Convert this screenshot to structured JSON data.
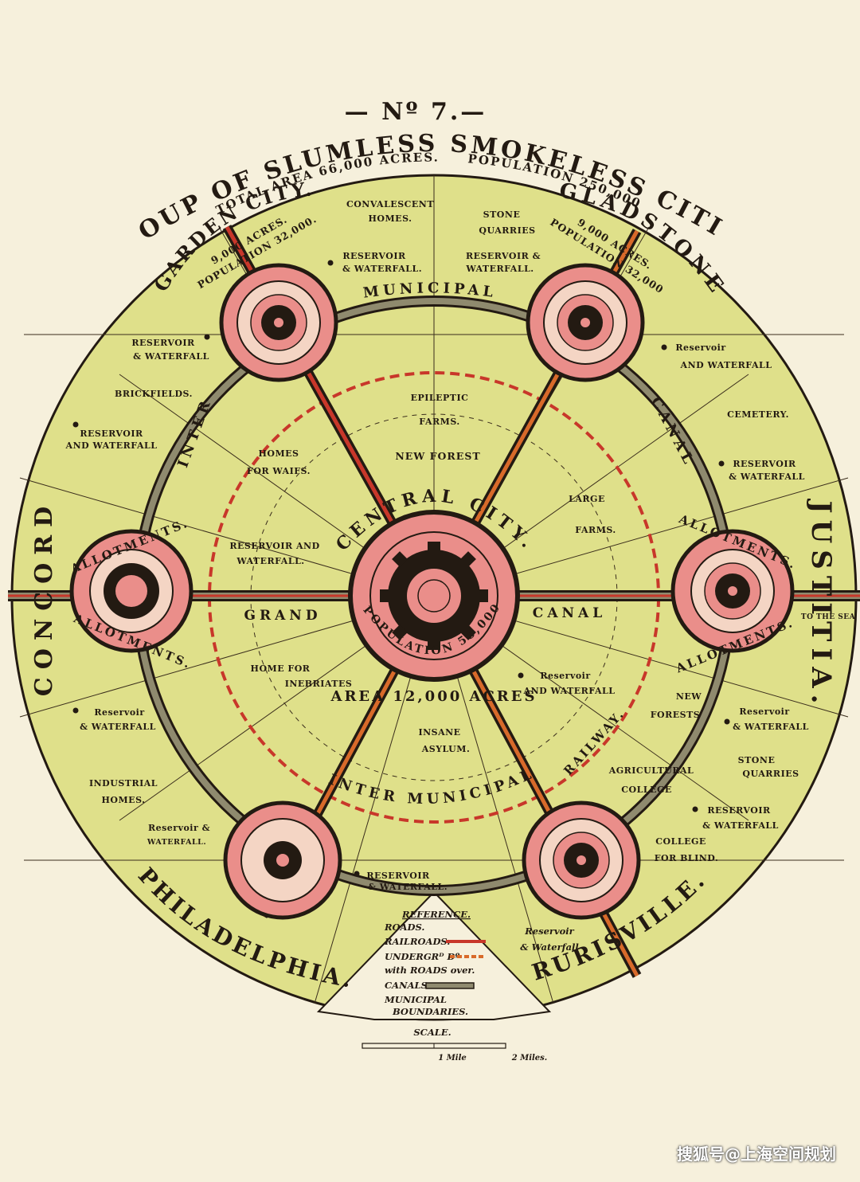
{
  "header": {
    "number": "— Nº 7.—",
    "title": "GROUP OF SLUMLESS SMOKELESS CITIES.",
    "total_area": "TOTAL AREA 66,000 ACRES.",
    "population": "POPULATION 250,000"
  },
  "central_city": {
    "name": "CENTRAL CITY.",
    "population": "POPULATION 58,000",
    "area": "AREA 12,000 ACRES"
  },
  "cities": {
    "garden": {
      "name": "GARDEN CITY.",
      "acres": "9,000 ACRES.",
      "population": "POPULATION 32,000."
    },
    "gladstone": {
      "name": "GLADSTONE",
      "acres": "9,000 ACRES.",
      "population": "POPULATION 32,000"
    },
    "justitia": {
      "name": "JUSTITIA."
    },
    "concord": {
      "name": "CONCORD"
    },
    "philadelphia": {
      "name": "PHILADELPHIA."
    },
    "rurisville": {
      "name": "RURISVILLE."
    }
  },
  "rings": {
    "canal_top": "MUNICIPAL",
    "canal_left": "INTER",
    "canal_right": "CANAL",
    "canal_bottom": "INTER MUNICIPAL",
    "grand": "GRAND",
    "canal_mid": "CANAL",
    "railway": "RAILWAY.",
    "allot_w_top": "ALLOTMENTS.",
    "allot_w_bot": "ALLOTMENTS.",
    "allot_e_top": "ALLOTMENTS.",
    "allot_e_bot": "ALLOTMENTS."
  },
  "labels": {
    "convalescent_1": "CONVALESCENT",
    "convalescent_2": "HOMES.",
    "stone_q1_1": "STONE",
    "stone_q1_2": "QUARRIES",
    "res_garden_1": "RESERVOIR",
    "res_garden_2": "& WATERFALL.",
    "res_glad_1": "RESERVOIR &",
    "res_glad_2": "WATERFALL.",
    "res_nw_1": "RESERVOIR",
    "res_nw_2": "& WATERFALL",
    "brickfields": "BRICKFIELDS.",
    "res_w_1": "RESERVOIR",
    "res_w_2": "AND WATERFALL",
    "res_ne_1": "Reservoir",
    "res_ne_2": "AND WATERFALL",
    "cemetery": "CEMETERY.",
    "res_e_1": "RESERVOIR",
    "res_e_2": "& WATERFALL",
    "epileptic_1": "EPILEPTIC",
    "epileptic_2": "FARMS.",
    "new_forest": "NEW FOREST",
    "homes_waifs_1": "HOMES",
    "homes_waifs_2": "FOR WAIFS.",
    "large_farms_1": "LARGE",
    "large_farms_2": "FARMS.",
    "res_center_1": "RESERVOIR AND",
    "res_center_2": "WATERFALL.",
    "to_sea": "TO THE SEA",
    "inebriates_1": "HOME FOR",
    "inebriates_2": "INEBRIATES",
    "res_se_1": "Reservoir",
    "res_se_2": "AND WATERFALL",
    "new_forests_1": "NEW",
    "new_forests_2": "FORESTS",
    "res_sw_1": "Reservoir",
    "res_sw_2": "& WATERFALL",
    "res_e2_1": "Reservoir",
    "res_e2_2": "& WATERFALL",
    "insane_1": "INSANE",
    "insane_2": "ASYLUM.",
    "agri_1": "AGRICULTURAL",
    "agri_2": "COLLEGE",
    "stone_q2_1": "STONE",
    "stone_q2_2": "QUARRIES",
    "industrial_1": "INDUSTRIAL",
    "industrial_2": "HOMES.",
    "res_phil_1": "Reservoir &",
    "res_phil_2": "WATERFALL.",
    "res_e3_1": "RESERVOIR",
    "res_e3_2": "& WATERFALL",
    "college_blind_1": "COLLEGE",
    "college_blind_2": "FOR BLIND.",
    "res_bottom_1": "RESERVOIR",
    "res_bottom_2": "& WATERFALL.",
    "res_legend_1": "Reservoir",
    "res_legend_2": "& Waterfall"
  },
  "legend": {
    "title": "REFERENCE.",
    "roads": "ROADS.",
    "railroads": "RAILROADS.",
    "underground_1": "UNDERGRᴰ Dº",
    "underground_2": "with ROADS over.",
    "canals": "CANALS",
    "municipal_1": "MUNICIPAL",
    "municipal_2": "BOUNDARIES.",
    "scale": "SCALE.",
    "scale_1": "1 Mile",
    "scale_2": "2 Miles."
  },
  "watermark": "搜狐号@上海空间规划",
  "colors": {
    "field": "#dfe08a",
    "city_pink": "#ea8e8a",
    "rail_red": "#c8372a",
    "ink": "#231a12",
    "paper": "#f6f0dc"
  }
}
